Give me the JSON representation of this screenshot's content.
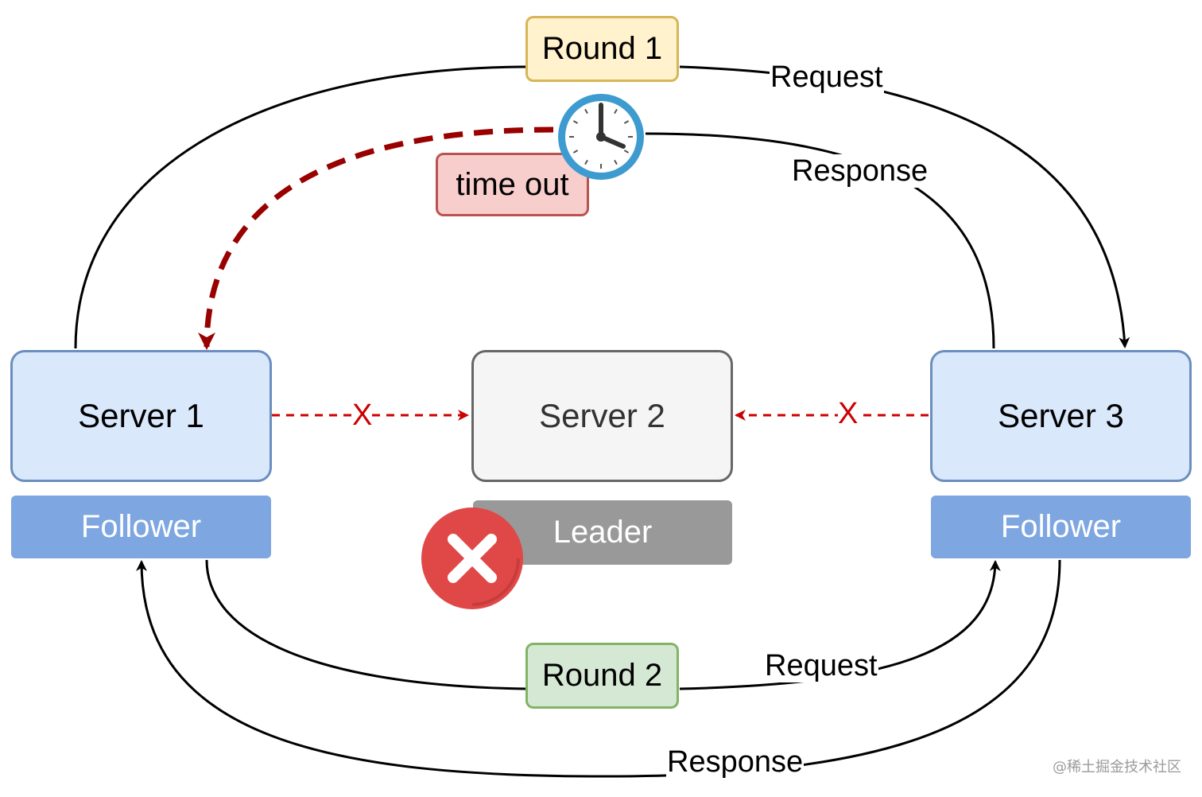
{
  "colors": {
    "server_fill": "#dae8fc",
    "server_stroke": "#6c8ebf",
    "follower_fill": "#7ea6e0",
    "leader_fill": "#999999",
    "leader_box_fill": "#f5f5f5",
    "round1_fill": "#fff2cc",
    "round2_fill": "#d5e8d4",
    "timeout_fill": "#f8cecc",
    "failure_red": "#e04848",
    "timeout_arrow": "#990000",
    "clock_ring": "#3d9bd0"
  },
  "servers": {
    "server1": {
      "label": "Server 1",
      "role": "Follower"
    },
    "server2": {
      "label": "Server 2",
      "role": "Leader"
    },
    "server3": {
      "label": "Server 3",
      "role": "Follower"
    }
  },
  "rounds": {
    "round1": "Round 1",
    "round2": "Round 2"
  },
  "timeout_label": "time out",
  "edge_labels": {
    "round1_request": "Request",
    "round1_response": "Response",
    "round2_request": "Request",
    "round2_response": "Response",
    "blocked_left": "X",
    "blocked_right": "X"
  },
  "icons": {
    "clock": "clock-icon",
    "failure": "close-circle-icon"
  },
  "watermark": "@稀土掘金技术社区"
}
